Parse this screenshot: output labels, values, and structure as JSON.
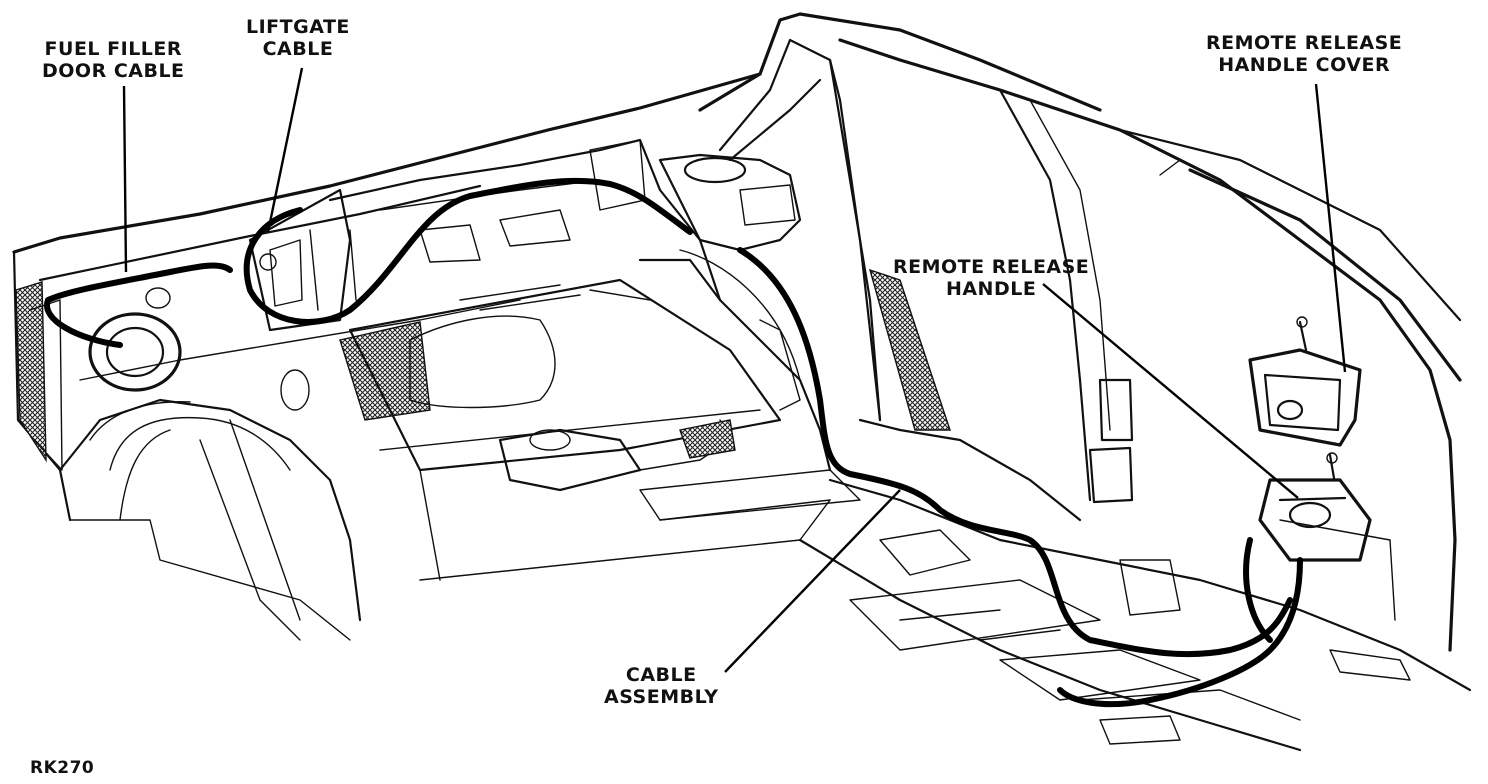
{
  "labels": {
    "fuel_filler_door_cable": [
      "FUEL FILLER",
      "DOOR CABLE"
    ],
    "liftgate_cable": [
      "LIFTGATE",
      "CABLE"
    ],
    "remote_release_handle_cover": [
      "REMOTE RELEASE",
      "HANDLE COVER"
    ],
    "remote_release_handle": [
      "REMOTE RELEASE",
      "HANDLE"
    ],
    "cable_assembly": [
      "CABLE",
      "ASSEMBLY"
    ]
  },
  "figure_id": "RK270"
}
